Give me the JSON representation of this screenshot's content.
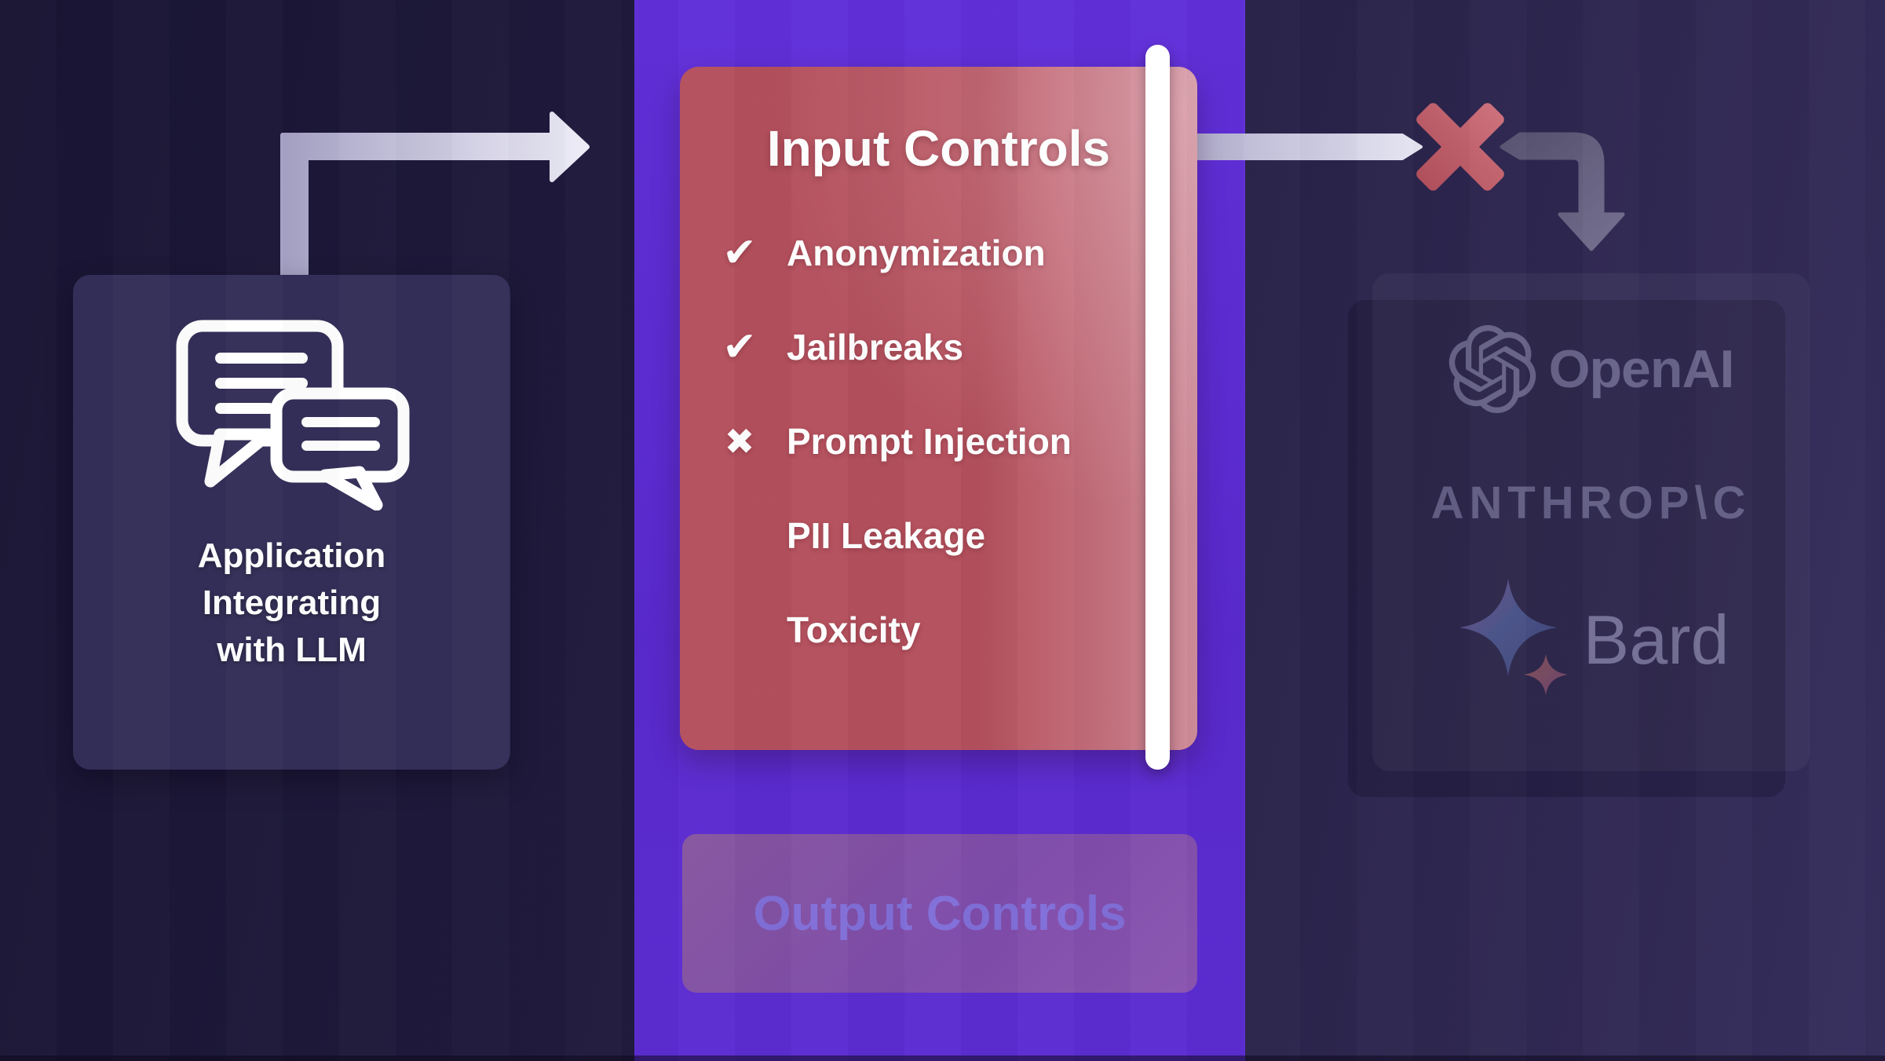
{
  "app": {
    "left_box": {
      "lines": [
        "Application",
        "Integrating",
        "with LLM"
      ]
    },
    "input_panel": {
      "title": "Input Controls",
      "items": [
        {
          "label": "Anonymization",
          "icon": "check",
          "glyph": "✔"
        },
        {
          "label": "Jailbreaks",
          "icon": "check",
          "glyph": "✔"
        },
        {
          "label": "Prompt Injection",
          "icon": "cross",
          "glyph": "✖"
        },
        {
          "label": "PII Leakage",
          "icon": "none",
          "glyph": ""
        },
        {
          "label": "Toxicity",
          "icon": "none",
          "glyph": ""
        }
      ]
    },
    "output_panel": {
      "title": "Output Controls"
    },
    "providers": {
      "openai": "OpenAI",
      "anthropic": "ANTHROP\\C",
      "bard": "Bard"
    },
    "colors": {
      "background": "#211c3e",
      "purple_column": "#5b2bd2",
      "panel_red": "#b4505d",
      "panel_red_light": "#ce8d99",
      "blocked_cross": "#c2606b",
      "arrow_light": "#edecf7",
      "arrow_gray": "#6a6585",
      "white_bar": "#ffffff",
      "logo_muted": "#8f8bb0"
    }
  }
}
